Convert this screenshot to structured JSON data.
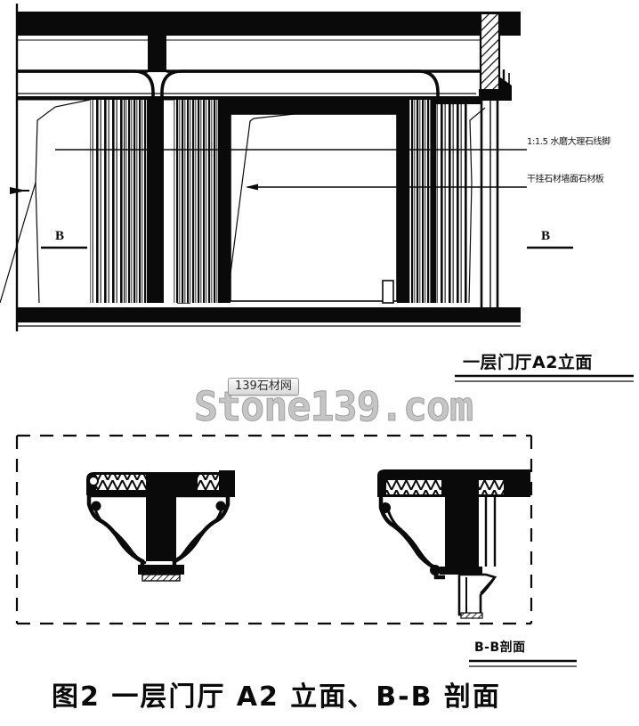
{
  "document": {
    "caption": "图2  一层门厅 A2 立面、B-B 剖面",
    "figure_number": "图2"
  },
  "elevation": {
    "title": "一层门厅A2立面",
    "section_mark_left": "B",
    "section_mark_right": "B",
    "annotations": [
      {
        "id": "note-1",
        "text": "1:1.5 水磨大理石线脚"
      },
      {
        "id": "note-2",
        "text": "干挂石材墙面石材板"
      }
    ]
  },
  "section": {
    "title": "B-B剖面"
  },
  "watermark": {
    "site_text": "Stone139.com",
    "badge_text": "139石材网"
  },
  "colors": {
    "ink": "#0a0a0a",
    "paper": "#ffffff",
    "watermark": "#969696"
  }
}
